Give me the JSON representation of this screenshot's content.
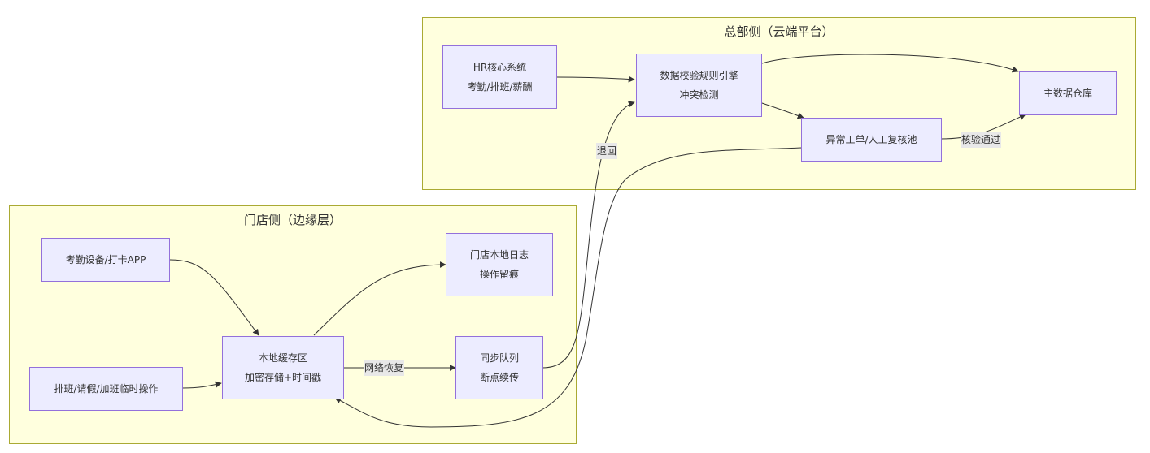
{
  "clusters": {
    "hq": {
      "title": "总部侧（云端平台）"
    },
    "store": {
      "title": "门店侧（边缘层）"
    }
  },
  "nodes": {
    "hr_core": {
      "lines": [
        "HR核心系统",
        "考勤/排班/薪酬"
      ]
    },
    "rule_engine": {
      "lines": [
        "数据校验规则引擎",
        "冲突检测"
      ]
    },
    "master_dw": {
      "lines": [
        "主数据仓库"
      ]
    },
    "exception_pool": {
      "lines": [
        "异常工单/人工复核池"
      ]
    },
    "attendance_device": {
      "lines": [
        "考勤设备/打卡APP"
      ]
    },
    "temp_ops": {
      "lines": [
        "排班/请假/加班临时操作"
      ]
    },
    "local_cache": {
      "lines": [
        "本地缓存区",
        "加密存储+时间戳"
      ]
    },
    "store_log": {
      "lines": [
        "门店本地日志",
        "操作留痕"
      ]
    },
    "sync_queue": {
      "lines": [
        "同步队列",
        "断点续传"
      ]
    }
  },
  "edges": [
    {
      "from": "hr_core",
      "to": "rule_engine",
      "label": ""
    },
    {
      "from": "rule_engine",
      "to": "master_dw",
      "label": ""
    },
    {
      "from": "rule_engine",
      "to": "exception_pool",
      "label": ""
    },
    {
      "from": "exception_pool",
      "to": "master_dw",
      "label": "核验通过"
    },
    {
      "from": "attendance_device",
      "to": "local_cache",
      "label": ""
    },
    {
      "from": "temp_ops",
      "to": "local_cache",
      "label": ""
    },
    {
      "from": "local_cache",
      "to": "store_log",
      "label": ""
    },
    {
      "from": "local_cache",
      "to": "sync_queue",
      "label": "网络恢复"
    },
    {
      "from": "sync_queue",
      "to": "rule_engine",
      "label": "退回"
    },
    {
      "from": "exception_pool",
      "to": "local_cache",
      "label": ""
    }
  ],
  "edge_labels": {
    "verified": "核验通过",
    "network_restored": "网络恢复",
    "returned": "退回"
  },
  "colors": {
    "cluster_fill": "#ffffde",
    "cluster_border": "#aaaa33",
    "node_fill": "#ececff",
    "node_border": "#9370db",
    "edge": "#333333",
    "label_bg": "#e8e8e8"
  }
}
